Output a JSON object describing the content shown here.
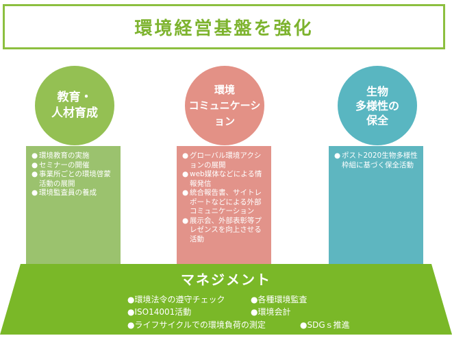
{
  "title": "環境経営基盤を強化",
  "pillars": [
    {
      "label": "教育・\n人材育成",
      "color": "#94c053",
      "items": [
        "環境教育の実施",
        "セミナーの開催",
        "事業所ごとの環境啓蒙活動の展開",
        "環境監査員の養成"
      ]
    },
    {
      "label": "環境\nコミュニケーション",
      "color": "#e39186",
      "items": [
        "グローバル環境アクションの展開",
        "web媒体などによる情報発信",
        "統合報告書、サイトレポートなどによる外部コミュニケーション",
        "展示会、外部表彰等プレゼンスを向上させる活動"
      ]
    },
    {
      "label": "生物\n多様性の\n保全",
      "color": "#59b6c1",
      "items": [
        "ポスト2020生物多様性枠組に基づく保全活動"
      ]
    }
  ],
  "management": {
    "title": "マネジメント",
    "items": [
      "●環境法令の遵守チェック",
      "●各種環境監査",
      "●ISO14001活動",
      "●環境会計",
      "●ライフサイクルでの環境負荷の測定",
      "●SDGｓ推進"
    ]
  }
}
